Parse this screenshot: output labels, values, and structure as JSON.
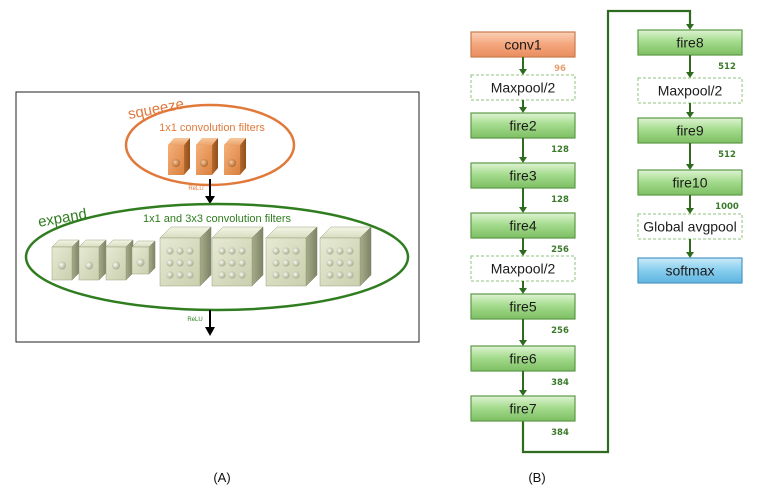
{
  "panel_a": {
    "caption": "(A)",
    "squeeze_label": "squeeze",
    "squeeze_filters_label": "1x1 convolution filters",
    "relu_top": "ReLU",
    "expand_label": "expand",
    "expand_filters_label": "1x1 and 3x3 convolution filters",
    "relu_bottom": "ReLU"
  },
  "panel_b": {
    "caption": "(B)",
    "col1": [
      {
        "id": "conv1",
        "label": "conv1",
        "style": "orange",
        "ch": "96"
      },
      {
        "id": "maxpool-1",
        "label": "Maxpool/2",
        "style": "dashed",
        "ch": ""
      },
      {
        "id": "fire2",
        "label": "fire2",
        "style": "green",
        "ch": "128"
      },
      {
        "id": "fire3",
        "label": "fire3",
        "style": "green",
        "ch": "128"
      },
      {
        "id": "fire4",
        "label": "fire4",
        "style": "green",
        "ch": "256"
      },
      {
        "id": "maxpool-2",
        "label": "Maxpool/2",
        "style": "dashed",
        "ch": ""
      },
      {
        "id": "fire5",
        "label": "fire5",
        "style": "green",
        "ch": "256"
      },
      {
        "id": "fire6",
        "label": "fire6",
        "style": "green",
        "ch": "384"
      },
      {
        "id": "fire7",
        "label": "fire7",
        "style": "green",
        "ch": "384"
      }
    ],
    "col2": [
      {
        "id": "fire8",
        "label": "fire8",
        "style": "green",
        "ch": "512"
      },
      {
        "id": "maxpool-3",
        "label": "Maxpool/2",
        "style": "dashed",
        "ch": ""
      },
      {
        "id": "fire9",
        "label": "fire9",
        "style": "green",
        "ch": "512"
      },
      {
        "id": "fire10",
        "label": "fire10",
        "style": "green",
        "ch": "1000"
      },
      {
        "id": "global-avgpool",
        "label": "Global avgpool",
        "style": "dashed",
        "ch": ""
      },
      {
        "id": "softmax",
        "label": "softmax",
        "style": "blue",
        "ch": ""
      }
    ]
  },
  "colors": {
    "orange": "#e0793a",
    "green_line": "#2f6b1f",
    "green_fill": "#93d27d",
    "orange_fill": "#f6ac86",
    "blue_fill": "#7cc3e6",
    "ch_orange": "#e8a070",
    "ch_green": "#3a7a2a"
  }
}
